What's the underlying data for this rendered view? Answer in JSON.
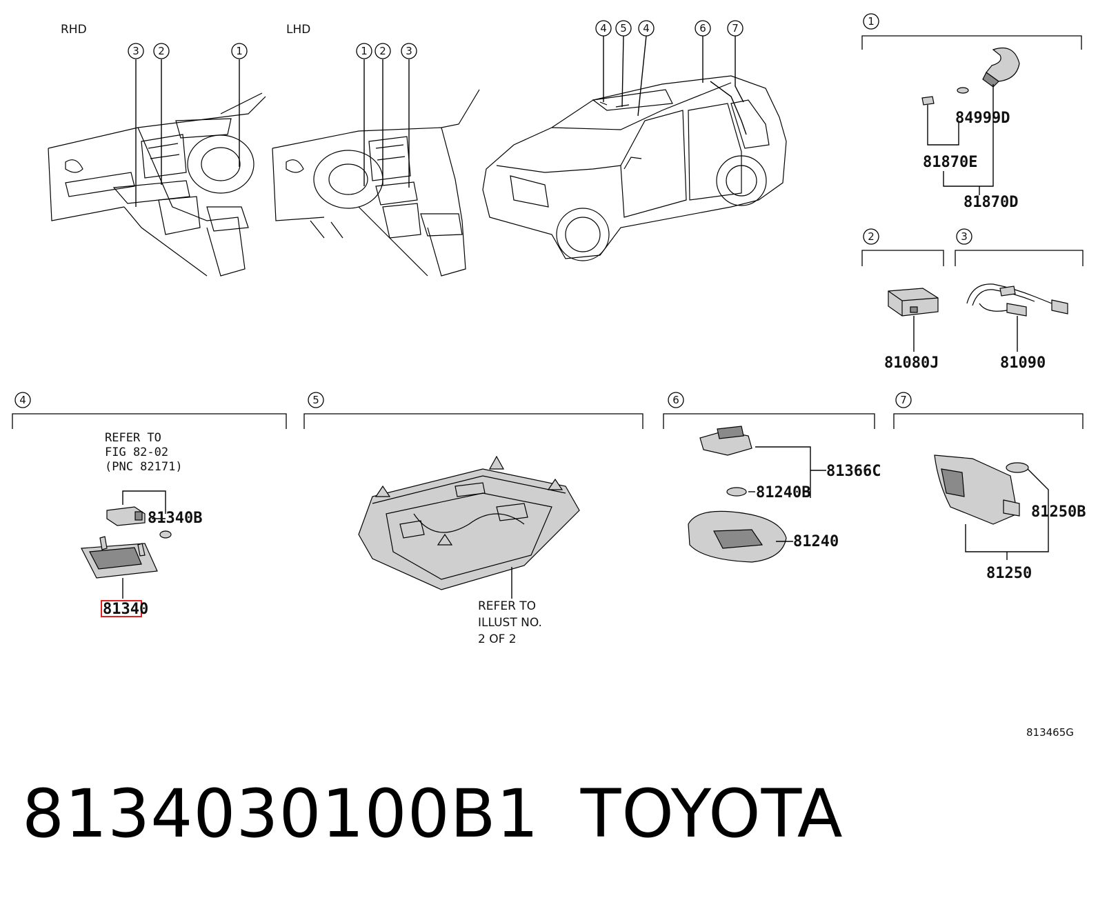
{
  "labels": {
    "rhd": "RHD",
    "lhd": "LHD",
    "illustration_code": "813465G"
  },
  "callouts": {
    "c1": "1",
    "c2": "2",
    "c3": "3",
    "c4": "4",
    "c5": "5",
    "c6": "6",
    "c7": "7"
  },
  "parts": {
    "p84999D": "84999D",
    "p81870E": "81870E",
    "p81870D": "81870D",
    "p81080J": "81080J",
    "p81090": "81090",
    "p81340B": "81340B",
    "p81340": "81340",
    "p81366C": "81366C",
    "p81240B": "81240B",
    "p81240": "81240",
    "p81250B": "81250B",
    "p81250": "81250"
  },
  "notes": {
    "refer_fig": [
      "REFER TO",
      "FIG 82-02",
      "(PNC 82171)"
    ],
    "refer_illust": [
      "REFER TO",
      "ILLUST NO.",
      "2 OF 2"
    ]
  },
  "footer": {
    "part_number": "8134030100B1",
    "brand": "TOYOTA"
  },
  "highlight": {
    "part": "81340",
    "color": "#e02020"
  }
}
